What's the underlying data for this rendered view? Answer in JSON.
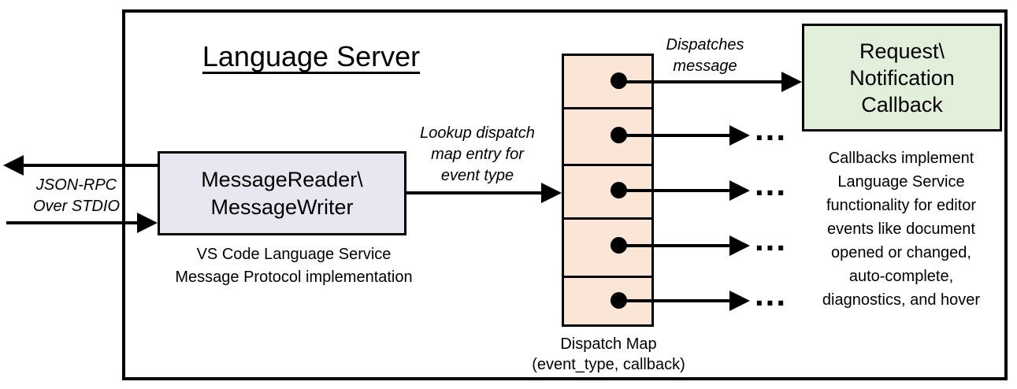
{
  "diagram": {
    "title": "Language Server",
    "left_io_label": "JSON-RPC\nOver STDIO",
    "message_box_label": "MessageReader\\\nMessageWriter",
    "message_box_caption": "VS Code Language Service\nMessage Protocol implementation",
    "lookup_label": "Lookup dispatch\nmap entry for\nevent type",
    "dispatches_label": "Dispatches\nmessage",
    "callback_box_label": "Request\\\nNotification\nCallback",
    "callbacks_note": "Callbacks implement\nLanguage Service\nfunctionality for editor\nevents like document\nopened or changed,\nauto-complete,\ndiagnostics, and hover",
    "dispatch_map_label": "Dispatch Map\n(event_type, callback)",
    "ellipsis": "...",
    "colors": {
      "message_box_fill": "#e8e7f1",
      "dispatch_cell_fill": "#fbe5d6",
      "callback_box_fill": "#e2efda",
      "line_color": "#000000"
    }
  }
}
